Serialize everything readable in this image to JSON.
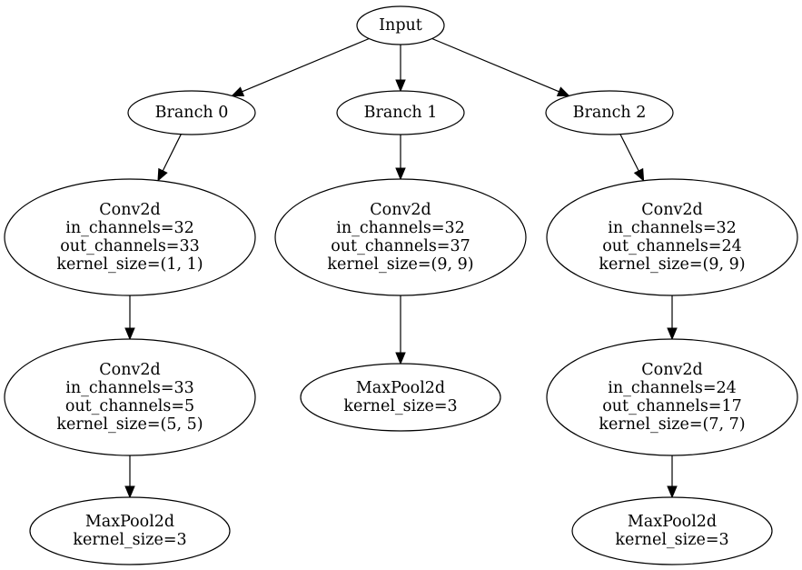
{
  "diagram": {
    "nodes": [
      {
        "id": "input",
        "lines": [
          "Input"
        ]
      },
      {
        "id": "branch0",
        "lines": [
          "Branch 0"
        ]
      },
      {
        "id": "branch1",
        "lines": [
          "Branch 1"
        ]
      },
      {
        "id": "branch2",
        "lines": [
          "Branch 2"
        ]
      },
      {
        "id": "b0_conv1",
        "lines": [
          "Conv2d",
          "in_channels=32",
          "out_channels=33",
          "kernel_size=(1, 1)"
        ]
      },
      {
        "id": "b0_conv2",
        "lines": [
          "Conv2d",
          "in_channels=33",
          "out_channels=5",
          "kernel_size=(5, 5)"
        ]
      },
      {
        "id": "b0_pool",
        "lines": [
          "MaxPool2d",
          "kernel_size=3"
        ]
      },
      {
        "id": "b1_conv1",
        "lines": [
          "Conv2d",
          "in_channels=32",
          "out_channels=37",
          "kernel_size=(9, 9)"
        ]
      },
      {
        "id": "b1_pool",
        "lines": [
          "MaxPool2d",
          "kernel_size=3"
        ]
      },
      {
        "id": "b2_conv1",
        "lines": [
          "Conv2d",
          "in_channels=32",
          "out_channels=24",
          "kernel_size=(9, 9)"
        ]
      },
      {
        "id": "b2_conv2",
        "lines": [
          "Conv2d",
          "in_channels=24",
          "out_channels=17",
          "kernel_size=(7, 7)"
        ]
      },
      {
        "id": "b2_pool",
        "lines": [
          "MaxPool2d",
          "kernel_size=3"
        ]
      }
    ],
    "edges": [
      {
        "from": "input",
        "to": "branch0"
      },
      {
        "from": "input",
        "to": "branch1"
      },
      {
        "from": "input",
        "to": "branch2"
      },
      {
        "from": "branch0",
        "to": "b0_conv1"
      },
      {
        "from": "b0_conv1",
        "to": "b0_conv2"
      },
      {
        "from": "b0_conv2",
        "to": "b0_pool"
      },
      {
        "from": "branch1",
        "to": "b1_conv1"
      },
      {
        "from": "b1_conv1",
        "to": "b1_pool"
      },
      {
        "from": "branch2",
        "to": "b2_conv1"
      },
      {
        "from": "b2_conv1",
        "to": "b2_conv2"
      },
      {
        "from": "b2_conv2",
        "to": "b2_pool"
      }
    ]
  }
}
